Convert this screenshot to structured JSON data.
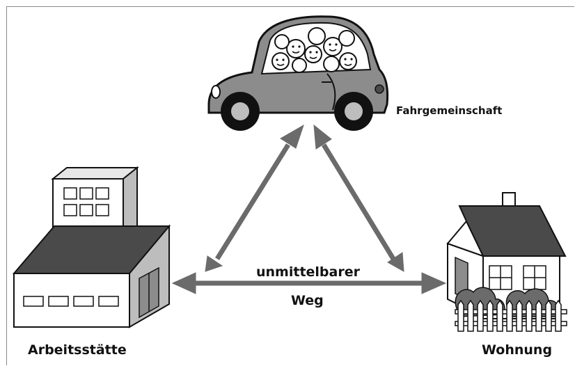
{
  "labels": {
    "carpool": "Fahrgemeinschaft",
    "workplace": "Arbeitsstätte",
    "home": "Wohnung",
    "direct_route_line1": "unmittelbarer",
    "direct_route_line2": "Weg"
  },
  "colors": {
    "arrow": "#6b6b6b",
    "roof": "#4a4a4a",
    "car_body": "#8c8c8c",
    "outline": "#111111"
  }
}
